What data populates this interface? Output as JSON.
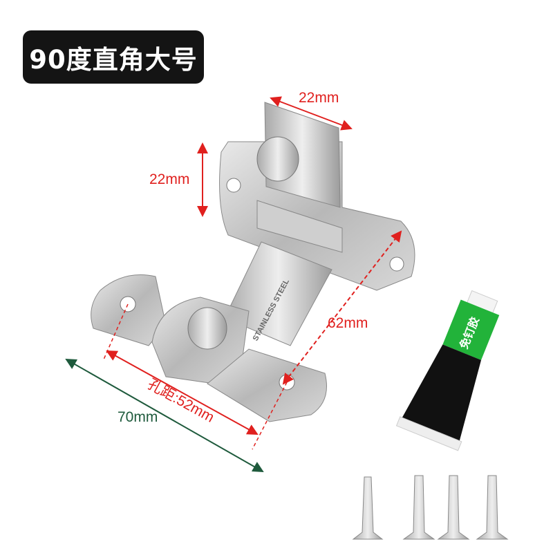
{
  "title": "90度直角大号",
  "dimensions": {
    "top_width": "22mm",
    "left_height": "22mm",
    "diagonal_length": "62mm",
    "hole_spacing": "孔距:52mm",
    "overall_width": "70mm"
  },
  "product": {
    "engraving": "STAINLESS STEEL",
    "glue_label": "免钉胶"
  },
  "colors": {
    "dimension_red": "#e0201e",
    "dimension_green": "#1e5a3c",
    "badge_bg": "#141414",
    "glue_green": "#22b33a"
  }
}
